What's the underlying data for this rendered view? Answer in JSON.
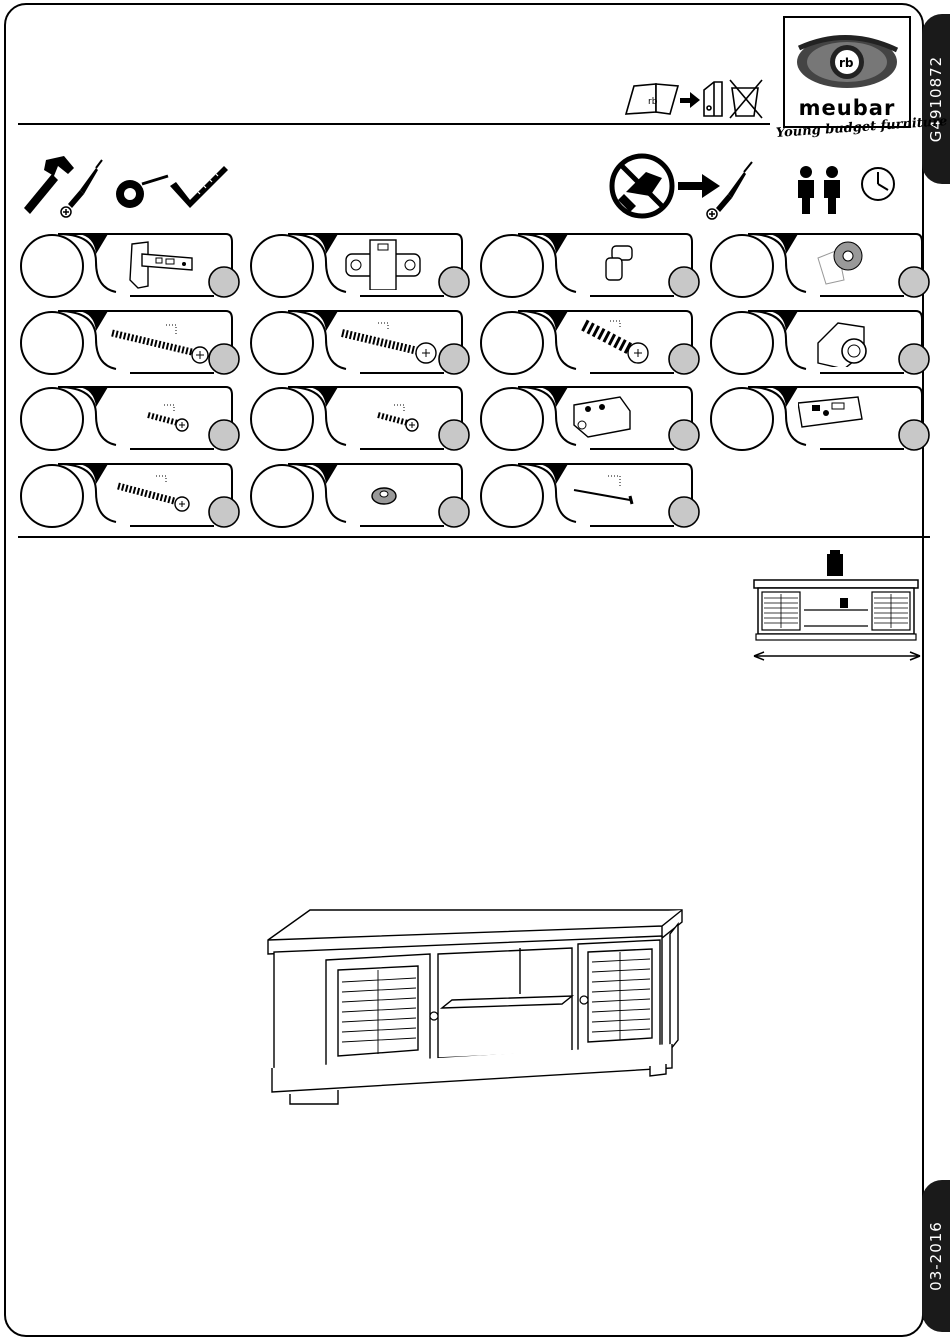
{
  "header": {
    "model_code": "G4910872",
    "date_code": "03-2016"
  },
  "brand": {
    "name": "meubar",
    "tagline": "Young budget furniture",
    "mark": "rb"
  },
  "icons": {
    "archive": [
      "manual-icon",
      "arrow-right-icon",
      "binder-icon",
      "no-bin-icon"
    ],
    "tools": [
      "hammer-icon",
      "screwdriver-icon",
      "tape-measure-icon",
      "square-ruler-icon"
    ],
    "right": [
      "no-power-drill-icon",
      "arrow-right-icon",
      "screwdriver-icon",
      "two-persons-icon",
      "clock-icon"
    ]
  },
  "parts": [
    {
      "row": 0,
      "col": 0,
      "icon": "hinge-icon"
    },
    {
      "row": 0,
      "col": 1,
      "icon": "mounting-plate-icon"
    },
    {
      "row": 0,
      "col": 2,
      "icon": "shelf-pin-icon"
    },
    {
      "row": 0,
      "col": 3,
      "icon": "felt-pad-icon"
    },
    {
      "row": 1,
      "col": 0,
      "icon": "long-screw-icon"
    },
    {
      "row": 1,
      "col": 1,
      "icon": "washer-screw-icon"
    },
    {
      "row": 1,
      "col": 2,
      "icon": "plastic-dowel-screw-icon"
    },
    {
      "row": 1,
      "col": 3,
      "icon": "cam-connector-icon"
    },
    {
      "row": 2,
      "col": 0,
      "icon": "short-screw-icon"
    },
    {
      "row": 2,
      "col": 1,
      "icon": "short-screw-icon"
    },
    {
      "row": 2,
      "col": 2,
      "icon": "corner-block-icon"
    },
    {
      "row": 2,
      "col": 3,
      "icon": "bracket-block-icon"
    },
    {
      "row": 3,
      "col": 0,
      "icon": "medium-screw-icon"
    },
    {
      "row": 3,
      "col": 1,
      "icon": "spacer-ring-icon"
    },
    {
      "row": 3,
      "col": 2,
      "icon": "nail-icon"
    }
  ],
  "colors": {
    "ink": "#000000",
    "badge": "#c8c8c8",
    "tab": "#1a1a1a"
  }
}
